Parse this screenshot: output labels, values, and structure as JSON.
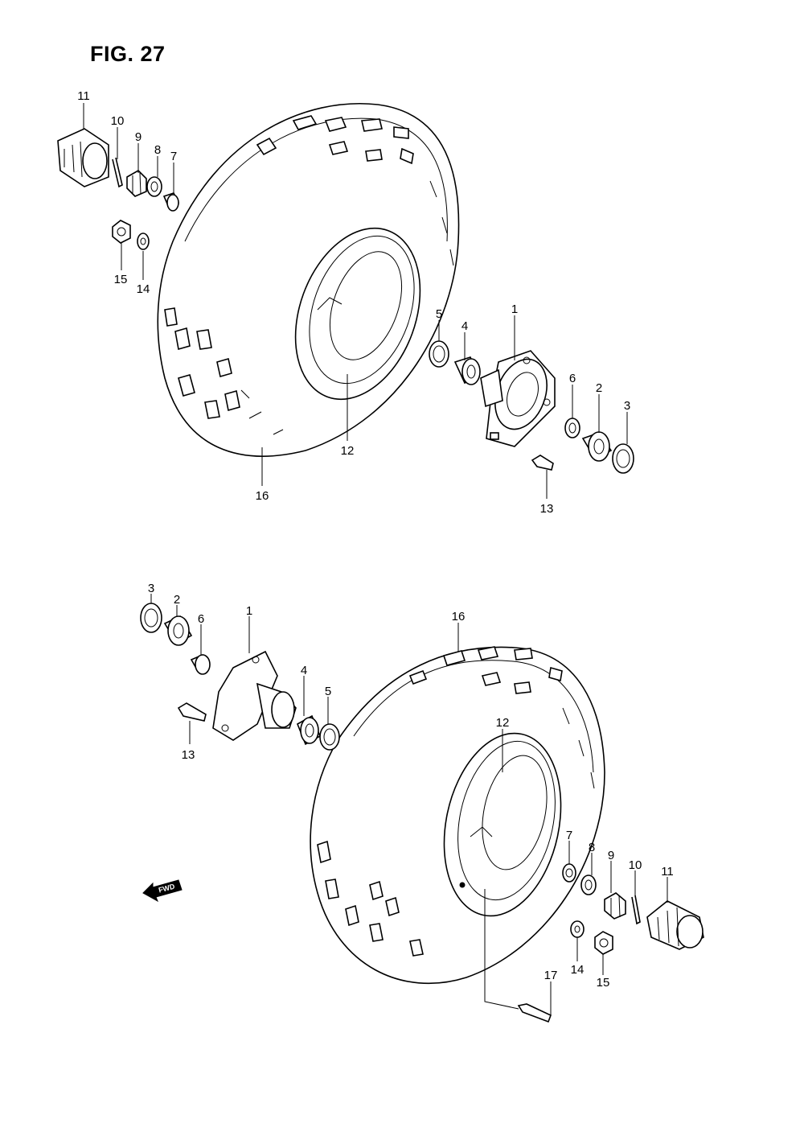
{
  "figure": {
    "title": "FIG. 27"
  },
  "direction_arrow": {
    "label": "FWD"
  },
  "callouts": {
    "top": {
      "c11": "11",
      "c10": "10",
      "c9": "9",
      "c8": "8",
      "c7": "7",
      "c15": "15",
      "c14": "14",
      "c5": "5",
      "c4": "4",
      "c1": "1",
      "c6": "6",
      "c2": "2",
      "c3": "3",
      "c12": "12",
      "c16": "16",
      "c13": "13"
    },
    "bottom": {
      "c3": "3",
      "c2": "2",
      "c6": "6",
      "c1": "1",
      "c16": "16",
      "c4": "4",
      "c5": "5",
      "c13": "13",
      "c12": "12",
      "c7": "7",
      "c8": "8",
      "c9": "9",
      "c10": "10",
      "c11": "11",
      "c14": "14",
      "c15": "15",
      "c17": "17"
    }
  },
  "icons": {
    "tire": "tire-icon",
    "hub": "wheel-hub-icon",
    "bearing": "bearing-icon",
    "oil_seal": "oil-seal-icon",
    "spacer": "spacer-icon",
    "washer": "washer-icon",
    "castle_nut": "castle-nut-icon",
    "cotter_pin": "cotter-pin-icon",
    "hub_cap": "hub-cap-icon",
    "nut": "nut-icon",
    "bolt": "bolt-icon",
    "valve": "valve-icon",
    "arrow": "fwd-arrow-icon"
  },
  "colors": {
    "ink": "#000000",
    "paper": "#ffffff"
  }
}
